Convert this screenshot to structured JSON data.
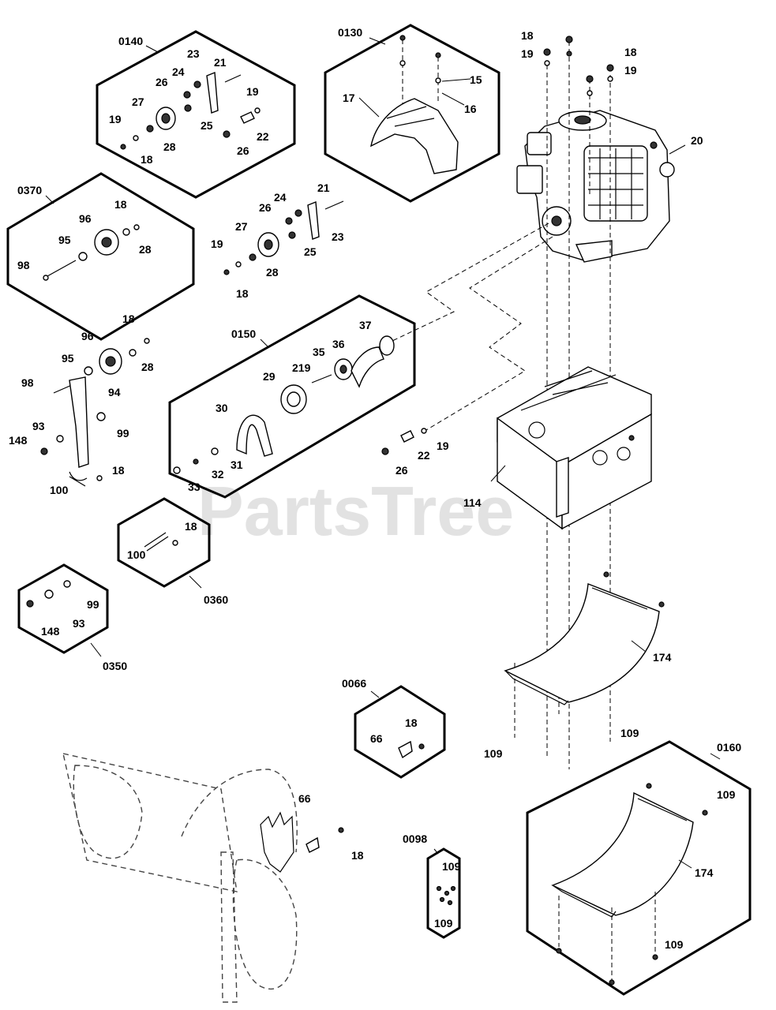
{
  "watermark": "PartsTree",
  "kits": {
    "k0140": "0140",
    "k0130": "0130",
    "k0370": "0370",
    "k0150": "0150",
    "k0360": "0360",
    "k0350": "0350",
    "k0066": "0066",
    "k0098": "0098",
    "k0160": "0160"
  },
  "parts": {
    "p15": "15",
    "p16": "16",
    "p17": "17",
    "p18": "18",
    "p19": "19",
    "p20": "20",
    "p21": "21",
    "p22": "22",
    "p23": "23",
    "p24": "24",
    "p25": "25",
    "p26": "26",
    "p27": "27",
    "p28": "28",
    "p29": "29",
    "p30": "30",
    "p31": "31",
    "p32": "32",
    "p33": "33",
    "p35": "35",
    "p36": "36",
    "p37": "37",
    "p66": "66",
    "p93": "93",
    "p94": "94",
    "p95": "95",
    "p96": "96",
    "p98": "98",
    "p99": "99",
    "p100": "100",
    "p109": "109",
    "p114": "114",
    "p148": "148",
    "p174": "174",
    "p219": "219"
  }
}
